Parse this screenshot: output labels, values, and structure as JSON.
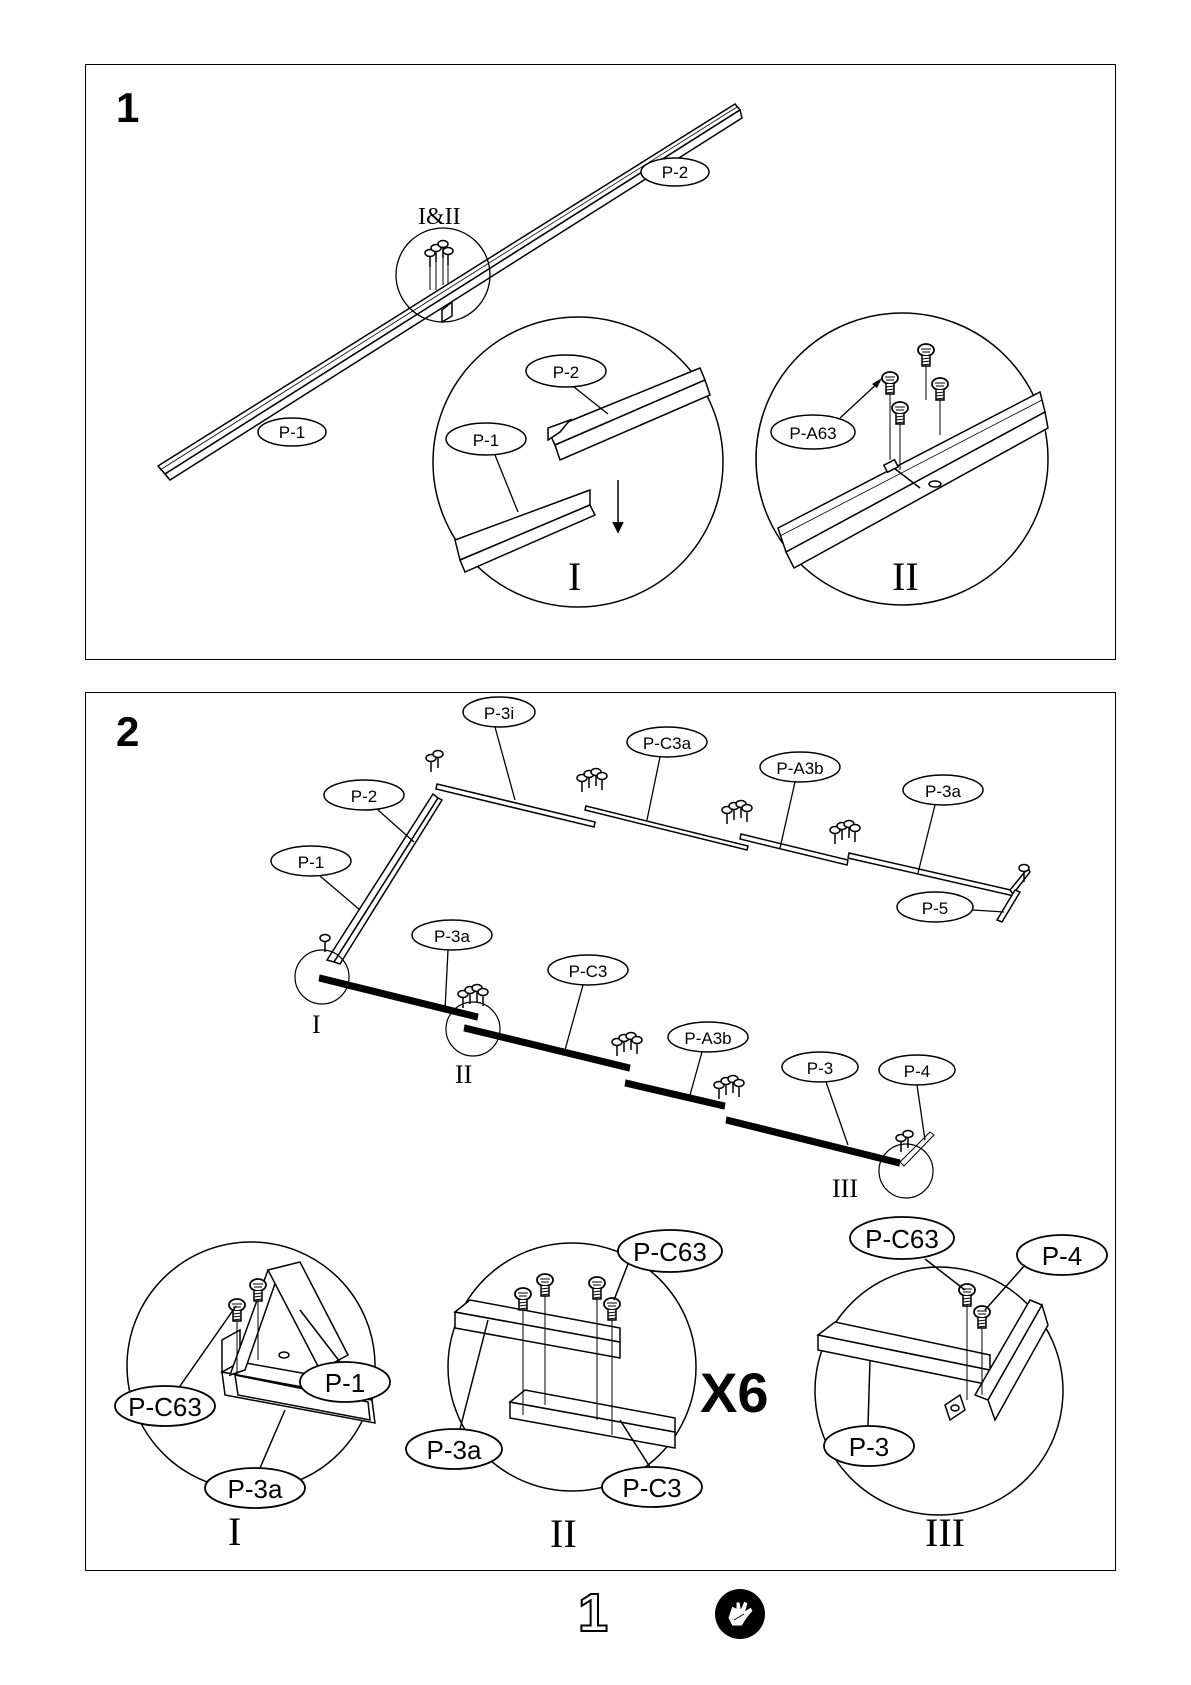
{
  "steps": [
    {
      "number": "1"
    },
    {
      "number": "2"
    }
  ],
  "step1": {
    "overview_labels": {
      "p2": "P-2",
      "p1": "P-1",
      "detail_ref": "I&II"
    },
    "detail_i": {
      "p2": "P-2",
      "p1": "P-1",
      "roman": "I"
    },
    "detail_ii": {
      "screw": "P-A63",
      "roman": "II"
    }
  },
  "step2": {
    "top_row": {
      "p3i": "P-3i",
      "pc3a": "P-C3a",
      "pa3b": "P-A3b",
      "p3a": "P-3a",
      "p5": "P-5"
    },
    "left": {
      "p2": "P-2",
      "p1": "P-1"
    },
    "bottom_row": {
      "p3a": "P-3a",
      "pc3": "P-C3",
      "pa3b": "P-A3b",
      "p3": "P-3",
      "p4": "P-4"
    },
    "circle_refs": {
      "i": "I",
      "ii": "II",
      "iii": "III"
    },
    "detail_i": {
      "pc63": "P-C63",
      "p1": "P-1",
      "p3a": "P-3a",
      "roman": "I"
    },
    "detail_ii": {
      "pc63": "P-C63",
      "p3a": "P-3a",
      "pc3": "P-C3",
      "roman": "II",
      "multiplier": "X6"
    },
    "detail_iii": {
      "pc63": "P-C63",
      "p4": "P-4",
      "p3": "P-3",
      "roman": "III"
    }
  },
  "footer": {
    "page_number": "1",
    "icon": "glove-icon"
  }
}
